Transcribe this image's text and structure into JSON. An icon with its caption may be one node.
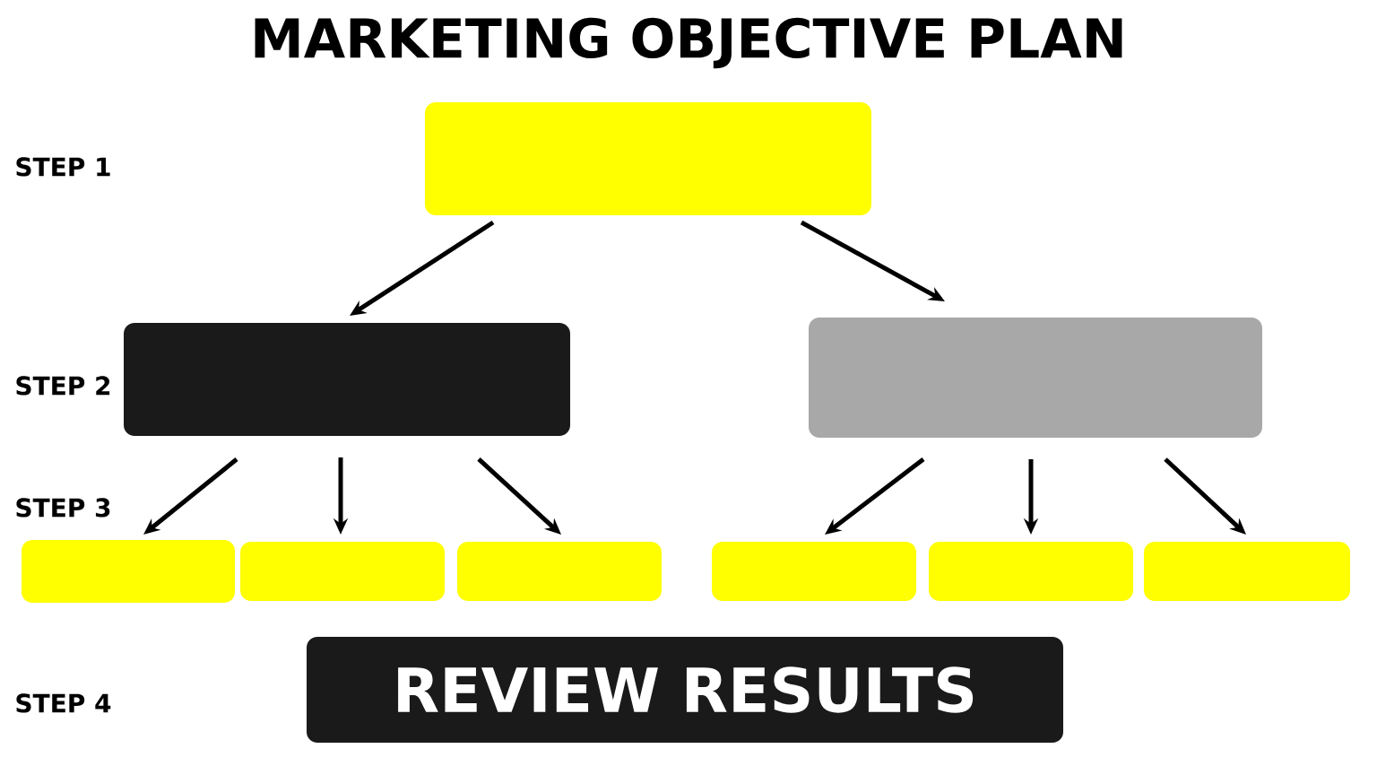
{
  "diagram": {
    "title": "MARKETING OBJECTIVE PLAN",
    "nodes": [
      {
        "text": [],
        "shape": "box"
      },
      {
        "text": [],
        "shape": "box"
      },
      {
        "text": [],
        "shape": "box"
      },
      {
        "text": [],
        "shape": "box"
      },
      {
        "text": [],
        "shape": "box"
      },
      {
        "text": [],
        "shape": "box"
      },
      {
        "text": [],
        "shape": "box"
      },
      {
        "text": [],
        "shape": "box"
      },
      {
        "text": [],
        "shape": "box"
      },
      {
        "text": [
          "REVIEW RESULTS"
        ]
      }
    ],
    "edges": [
      {
        "from": 0,
        "to": 1,
        "arrow": "to"
      },
      {
        "from": 0,
        "to": 2,
        "arrow": "to"
      },
      {
        "from": 1,
        "to": 3,
        "arrow": "to"
      },
      {
        "from": 1,
        "to": 4,
        "arrow": "to"
      },
      {
        "from": 1,
        "to": 5,
        "arrow": "to"
      },
      {
        "from": 2,
        "to": 6,
        "arrow": "to"
      },
      {
        "from": 2,
        "to": 7,
        "arrow": "to"
      },
      {
        "from": 2,
        "to": 8,
        "arrow": "to"
      }
    ],
    "labels": [
      "STEP 1",
      "STEP 2",
      "STEP 3",
      "STEP 4"
    ]
  }
}
